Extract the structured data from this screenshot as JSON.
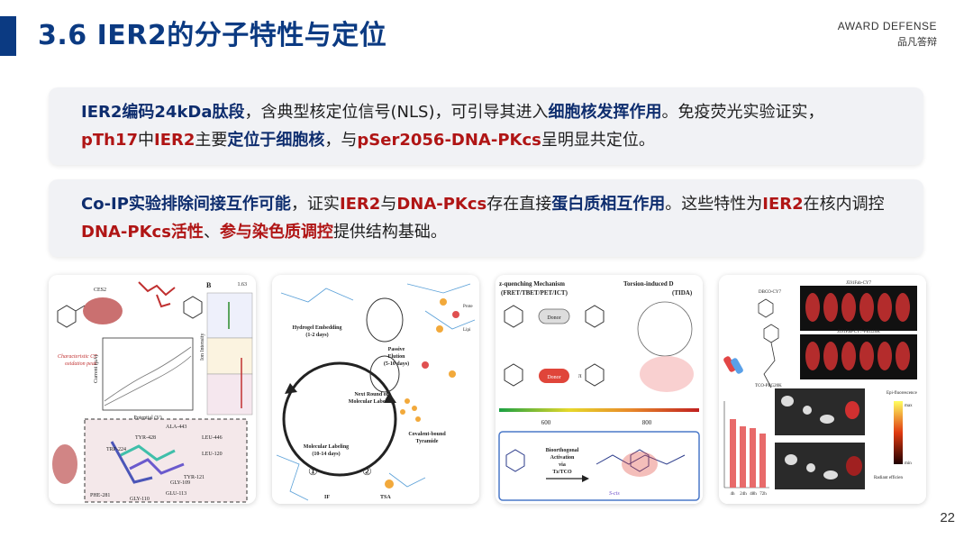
{
  "header": {
    "title": "3.6 IER2的分子特性与定位",
    "brand_en": "AWARD DEFENSE",
    "brand_cn": "品凡答辩"
  },
  "card1": {
    "s1": "IER2编码24kDa肽段",
    "s2": "，含典型核定位信号(NLS)，可引导其进入",
    "s3": "细胞核发挥作用",
    "s4": "。免疫荧光实验证实，",
    "s5": "pTh17",
    "s6": "中",
    "s7": "IER2",
    "s8": "主要",
    "s9": "定位于细胞核",
    "s10": "，与",
    "s11": "pSer2056-DNA-PKcs",
    "s12": "呈明显共定位。"
  },
  "card2": {
    "s1": "Co-IP实验排除间接互作可能",
    "s2": "，证实",
    "s3": "IER2",
    "s4": "与",
    "s5": "DNA-PKcs",
    "s6": "存在直接",
    "s7": "蛋白质相互作用",
    "s8": "。这些特性为",
    "s9": "IER2",
    "s10": "在核内调控",
    "s11": "DNA-PKcs活性",
    "s12": "、",
    "s13": "参与染色质调控",
    "s14": "提供结构基础。"
  },
  "figure1": {
    "label_ces2": "CES2",
    "label_b": "B",
    "label_val": "1.63",
    "label_peak1": "Characteristic CT",
    "label_peak2": "oxidation peak",
    "label_current": "Current (μA)",
    "label_potential": "Potential (V)",
    "label_ion": "Ion Intensity",
    "residues": [
      "ALA-443",
      "TYR-428",
      "LEU-446",
      "TRP-224",
      "LEU-120",
      "TYR-121",
      "GLY-109",
      "GLU-113",
      "PHE-281",
      "GLY-110"
    ]
  },
  "figure2": {
    "steps": [
      "Hydrogel Embedding",
      "(1-2 days)",
      "Passive",
      "Elution",
      "(5-10 days)",
      "Next Round of",
      "Molecular Labeling",
      "Molecular Labeling",
      "(10-14 days)",
      "Covalent-bound",
      "Tyramide"
    ],
    "markers": [
      "①",
      "②",
      "IF",
      "TSA",
      "Prote",
      "Lipi"
    ]
  },
  "figure3": {
    "title_left": "z-quenching Mechanism",
    "subtitle_left": "(FRET/TBET/PET/ICT)",
    "title_right": "Torsion-induced D",
    "subtitle_right": "(TIDA)",
    "donor": "Donor",
    "pi": "π",
    "axis": [
      "600",
      "800"
    ],
    "bio": [
      "Bioorthogonal",
      "Activation",
      "via",
      "Tz/TCO"
    ],
    "scis": "S-cis"
  },
  "figure4": {
    "top_label": "DBCO-CY7",
    "mid_label": "TCO-PEG20K",
    "epi": "Epi-fluorescence",
    "max": "max",
    "min": "min",
    "radiant": "Radiant efficien",
    "times": [
      "4h",
      "24h",
      "48h",
      "72h"
    ],
    "row_labels": [
      "J591Fab-CY7",
      "J591Fab-CY7-PEG20K"
    ]
  },
  "page_number": "22",
  "colors": {
    "navy": "#0b3a82",
    "red": "#b01515",
    "card_bg": "#f1f2f5"
  }
}
